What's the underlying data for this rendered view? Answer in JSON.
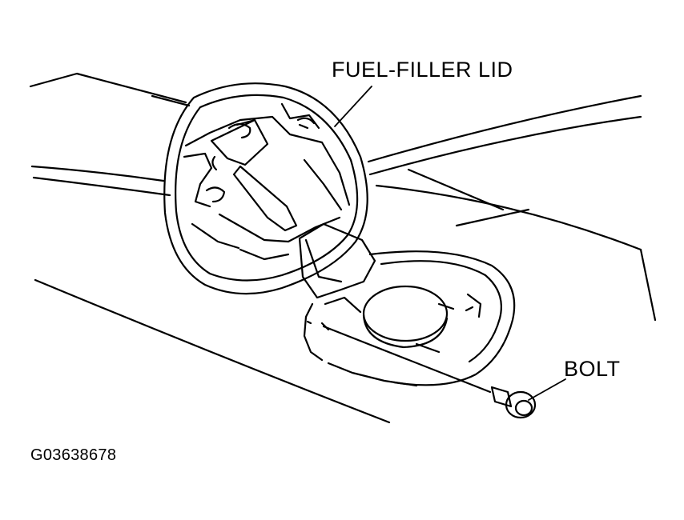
{
  "diagram": {
    "labels": {
      "fuel_filler_lid": "FUEL-FILLER LID",
      "bolt": "BOLT"
    },
    "figure_id": "G03638678",
    "colors": {
      "line": "#000000",
      "background": "#ffffff"
    }
  }
}
